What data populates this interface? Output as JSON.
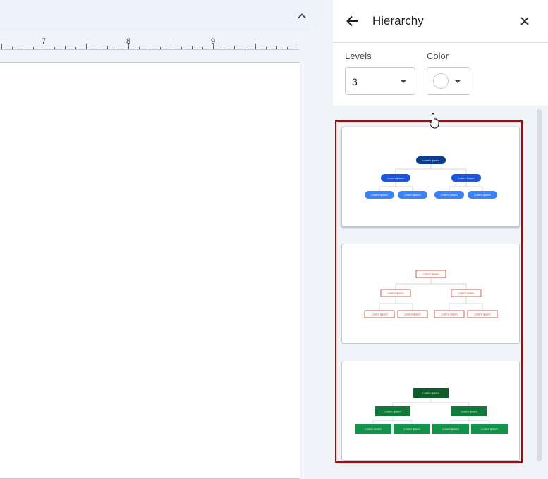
{
  "document": {
    "ruler": {
      "labels": [
        "7",
        "8",
        "9"
      ]
    },
    "collapse_icon": "chevron-up-icon"
  },
  "panel": {
    "title": "Hierarchy",
    "back_icon": "arrow-back-icon",
    "close_icon": "close-icon",
    "levels": {
      "label": "Levels",
      "value": "3"
    },
    "color": {
      "label": "Color",
      "value": "#ffffff"
    }
  },
  "templates": [
    {
      "style": "pill-filled",
      "node_label": "Lorem Ipsum",
      "colors": {
        "level1": "#0b3d91",
        "level2": "#1a56db",
        "level3": "#3b82f6"
      },
      "state": "hovered"
    },
    {
      "style": "outlined",
      "node_label": "Lorem ipsum",
      "colors": {
        "border": "#c0392b"
      }
    },
    {
      "style": "box-filled",
      "node_label": "Lorem Ipsum",
      "colors": {
        "level1": "#0d5c2a",
        "level2": "#0f7a3a",
        "level3": "#13934a"
      }
    }
  ],
  "highlight_color": "#c00000"
}
